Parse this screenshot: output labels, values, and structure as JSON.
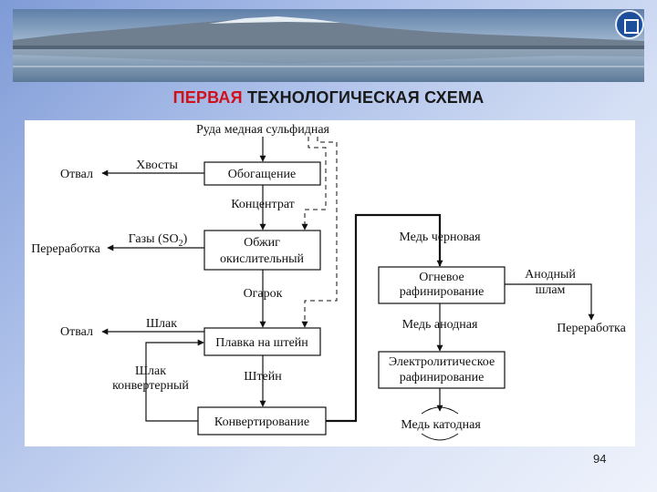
{
  "title": {
    "accent": "ПЕРВАЯ",
    "rest": "ТЕХНОЛОГИЧЕСКАЯ СХЕМА"
  },
  "page_number": "94",
  "diagram": {
    "input": "Руда медная сульфидная",
    "left_chain": {
      "enrichment": "Обогащение",
      "tailings": "Хвосты",
      "dump_1": "Отвал",
      "concentrate": "Концентрат",
      "roasting_line1": "Обжиг",
      "roasting_line2": "окислительный",
      "gases_prefix": "Газы (SO",
      "gases_sub": "2",
      "gases_suffix": ")",
      "processing_1": "Переработка",
      "calcine": "Огарок",
      "matte_smelting": "Плавка на штейн",
      "slag": "Шлак",
      "dump_2": "Отвал",
      "matte": "Штейн",
      "converter_slag_line1": "Шлак",
      "converter_slag_line2": "конвертерный",
      "converting": "Конвертирование"
    },
    "right_chain": {
      "blister_copper": "Медь черновая",
      "fire_refining_line1": "Огневое",
      "fire_refining_line2": "рафинирование",
      "anode_slime_line1": "Анодный",
      "anode_slime_line2": "шлам",
      "processing_2": "Переработка",
      "anode_copper": "Медь анодная",
      "electro_refining_line1": "Электролитическое",
      "electro_refining_line2": "рафинирование",
      "cathode_copper": "Медь катодная"
    }
  }
}
